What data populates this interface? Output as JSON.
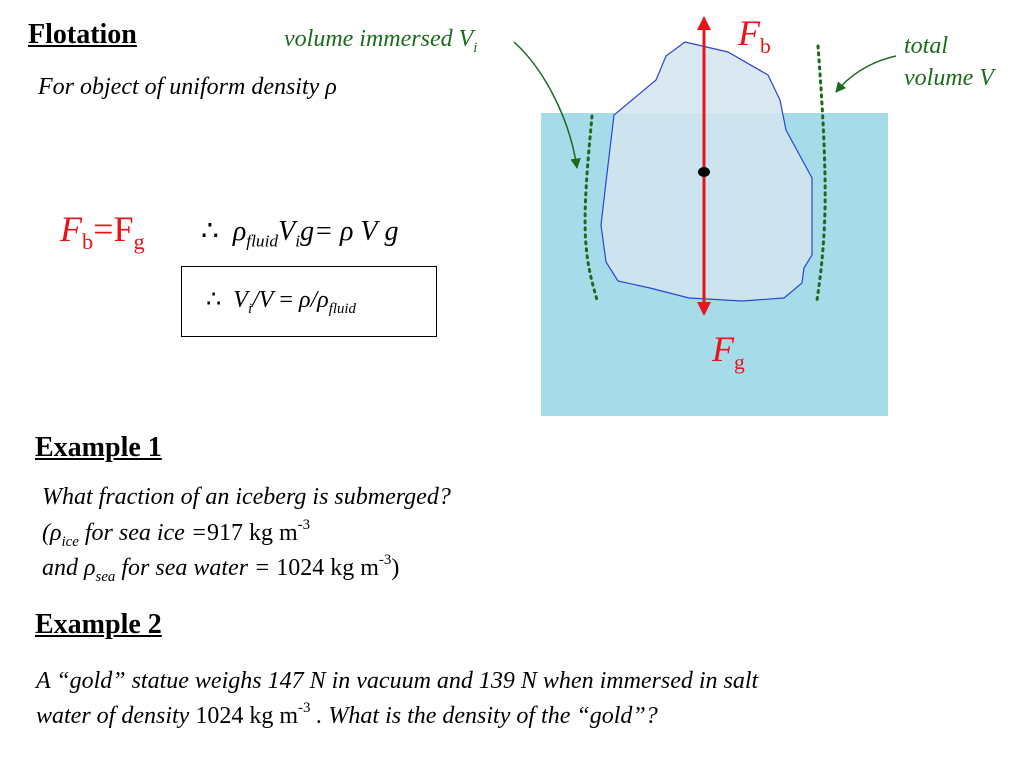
{
  "title": "Flotation",
  "subtitle": "For object of uniform density ρ",
  "diagram": {
    "label_volume_immersed": "volume immersed V",
    "label_volume_immersed_sub": "i",
    "label_total_line1": "total",
    "label_total_line2": "volume V",
    "fb_main": "F",
    "fb_sub": "b",
    "fg_main": "F",
    "fg_sub": "g",
    "colors": {
      "water": "#a6dcea",
      "iceberg": "#d4e4ee",
      "outline": "#2a45d6",
      "arrow": "#e8141b",
      "guide": "#1a6b1a"
    }
  },
  "equations": {
    "eq1": {
      "F1": "F",
      "b": "b",
      "eq": "=F",
      "g": "g"
    },
    "eq2": {
      "therefore": "∴",
      "rho": "ρ",
      "fluid": "fluid",
      "V": "V",
      "i": "i",
      "g_eq": "g= ",
      "rho2": "ρ",
      "V2": "V",
      "g2": "g"
    },
    "result": {
      "therefore": "∴",
      "V1": "V",
      "i": "i",
      "slash_V": "/V",
      "eq": " = ",
      "rho": "ρ",
      "slash_rho": "/ρ",
      "fluid": "fluid"
    }
  },
  "example1": {
    "heading": "Example 1",
    "question": "What fraction of an iceberg is submerged?",
    "line2_open": "(ρ",
    "line2_sub": "ice",
    "line2_text": " for sea ice =",
    "line2_value": "917 kg m",
    "line2_exp": "-3",
    "line3_and": "and ρ",
    "line3_sub": "sea",
    "line3_text": " for sea water = ",
    "line3_value": "1024 kg m",
    "line3_exp": "-3",
    "line3_close": ")"
  },
  "example2": {
    "heading": "Example 2",
    "line1": "A “gold” statue weighs 147 N in vacuum and 139 N when immersed in salt",
    "line2_a": "water of density ",
    "line2_value": "1024 kg m",
    "line2_exp": "-3",
    "line2_b": " . What is the density of the “gold”?"
  }
}
